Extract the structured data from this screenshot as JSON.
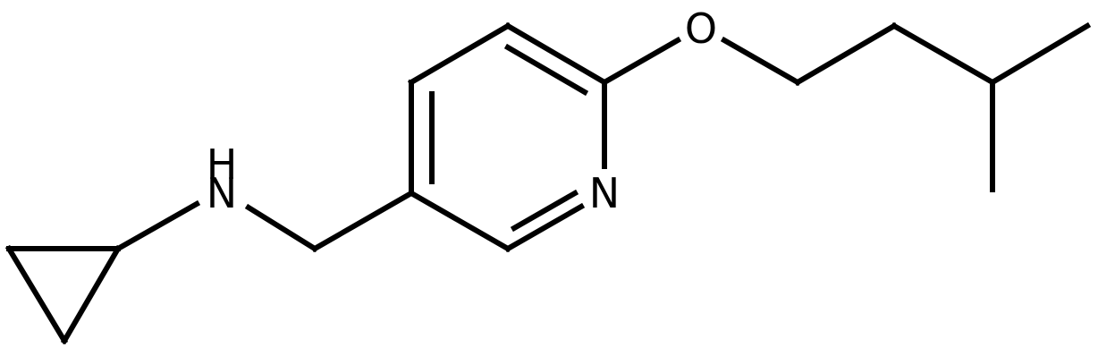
{
  "molecule": {
    "atoms": {
      "oxygen": "O",
      "nitrogen_ring": "N",
      "nitrogen_amine": "N",
      "hydrogen_amine": "H"
    },
    "colors": {
      "bond": "#000000",
      "label": "#000000",
      "background": "#ffffff"
    }
  }
}
